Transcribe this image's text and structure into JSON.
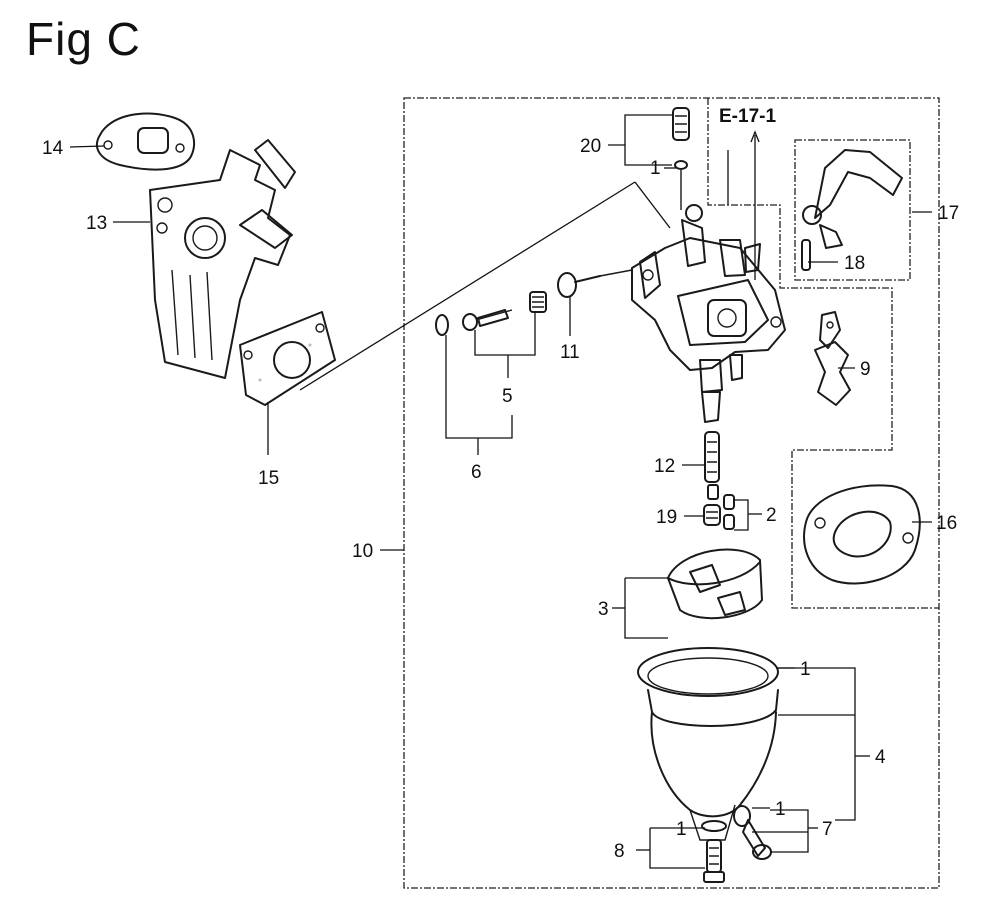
{
  "figure": {
    "title": "Fig C",
    "reference": "E-17-1",
    "callouts": {
      "c1a": "1",
      "c1b": "1",
      "c1c": "1",
      "c1d": "1",
      "c2": "2",
      "c3": "3",
      "c4": "4",
      "c5": "5",
      "c6": "6",
      "c7": "7",
      "c8": "8",
      "c9": "9",
      "c10": "10",
      "c11": "11",
      "c12": "12",
      "c13": "13",
      "c14": "14",
      "c15": "15",
      "c16": "16",
      "c17": "17",
      "c18": "18",
      "c19": "19",
      "c20": "20"
    }
  }
}
